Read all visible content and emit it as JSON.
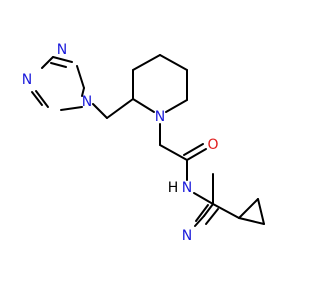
{
  "molecule": {
    "atoms": {
      "triazole_n4": "N",
      "triazole_n2": "N",
      "triazole_n1": "N",
      "piperidine_n": "N",
      "carbonyl_o": "O",
      "amide_n": "N",
      "amide_h": "H",
      "nitrile_n": "N"
    },
    "colors": {
      "bond": "#000000",
      "nitrogen": "#1a1adb",
      "oxygen": "#e01b1b"
    }
  }
}
